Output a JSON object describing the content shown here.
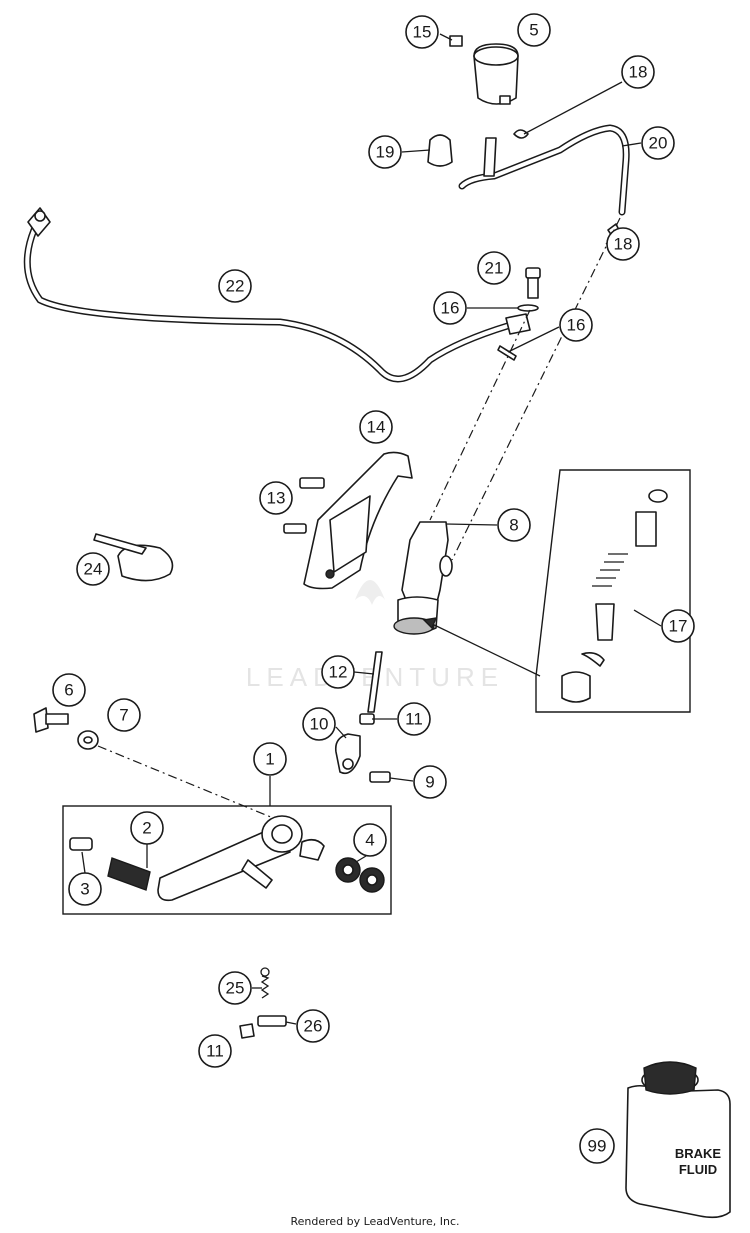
{
  "diagram": {
    "callouts": [
      "15",
      "5",
      "18",
      "19",
      "20",
      "18",
      "21",
      "16",
      "16",
      "22",
      "14",
      "13",
      "8",
      "24",
      "17",
      "12",
      "6",
      "7",
      "10",
      "11",
      "9",
      "1",
      "2",
      "4",
      "3",
      "25",
      "26",
      "11",
      "99"
    ],
    "watermark": "LEADVENTURE",
    "can_label": [
      "BRAKE",
      "FLUID"
    ]
  },
  "footer": {
    "credit": "Rendered by LeadVenture, Inc."
  }
}
